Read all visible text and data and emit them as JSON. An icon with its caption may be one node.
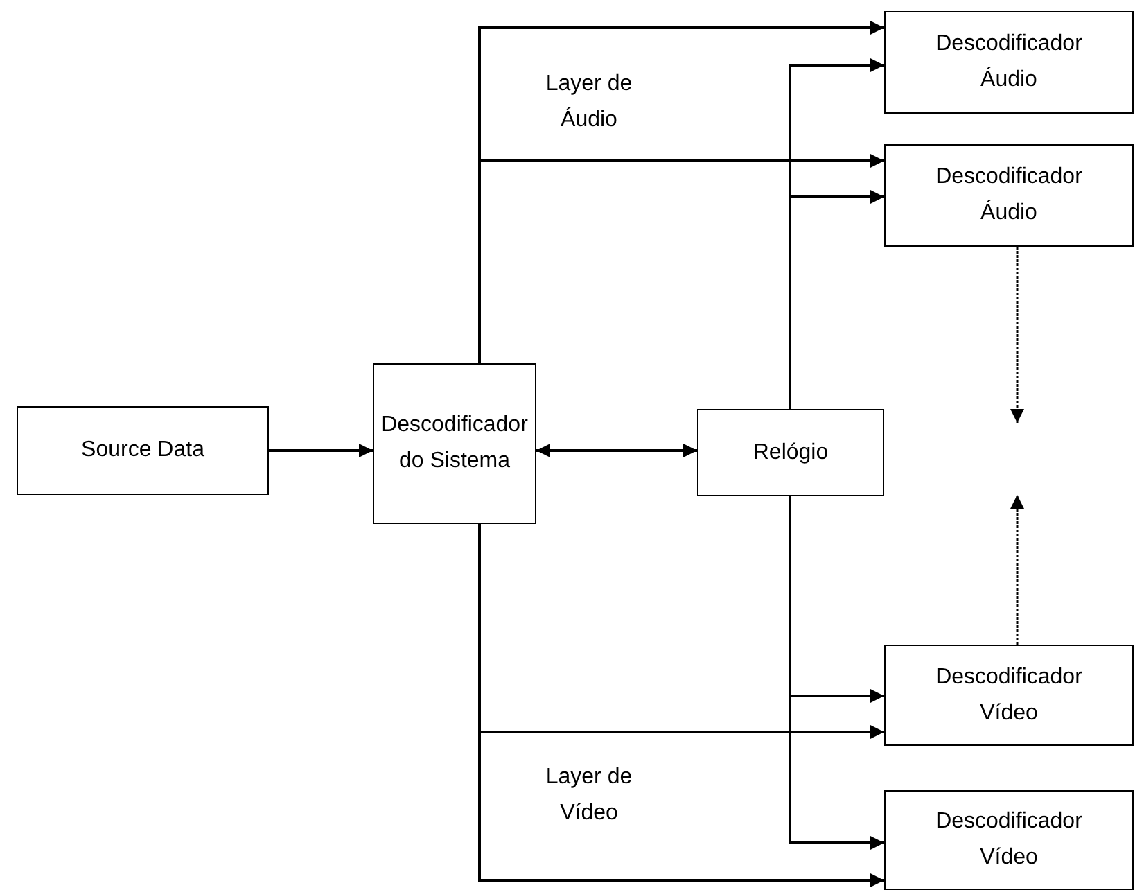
{
  "diagram": {
    "nodes": [
      {
        "text": [
          "Source Data"
        ]
      },
      {
        "text": [
          "Descodificador do Sistema"
        ]
      },
      {
        "text": [
          "Relógio"
        ]
      },
      {
        "text": [
          "Descodificador Áudio"
        ]
      },
      {
        "text": [
          "Descodificador Áudio"
        ]
      },
      {
        "text": [
          "Descodificador Vídeo"
        ]
      },
      {
        "text": [
          "Descodificador Vídeo"
        ]
      }
    ],
    "edges": [
      {
        "from": 0,
        "to": 1,
        "arrow": "to"
      },
      {
        "from": 1,
        "to": 2,
        "arrow": "both"
      },
      {
        "from": 1,
        "to": 3,
        "arrow": "to"
      },
      {
        "from": 1,
        "to": 4,
        "arrow": "to"
      },
      {
        "from": 2,
        "to": 3,
        "arrow": "to"
      },
      {
        "from": 2,
        "to": 4,
        "arrow": "to"
      },
      {
        "from": 2,
        "to": 5,
        "arrow": "to"
      },
      {
        "from": 1,
        "to": 5,
        "arrow": "to"
      },
      {
        "from": 2,
        "to": 6,
        "arrow": "to"
      },
      {
        "from": 1,
        "to": 6,
        "arrow": "to"
      },
      {
        "from": 4,
        "to": null,
        "arrow": "to",
        "style": "dashed"
      },
      {
        "from": 5,
        "to": null,
        "arrow": "to",
        "style": "dashed"
      }
    ],
    "labels": [
      "Layer de Áudio",
      "Layer de Vídeo"
    ]
  }
}
